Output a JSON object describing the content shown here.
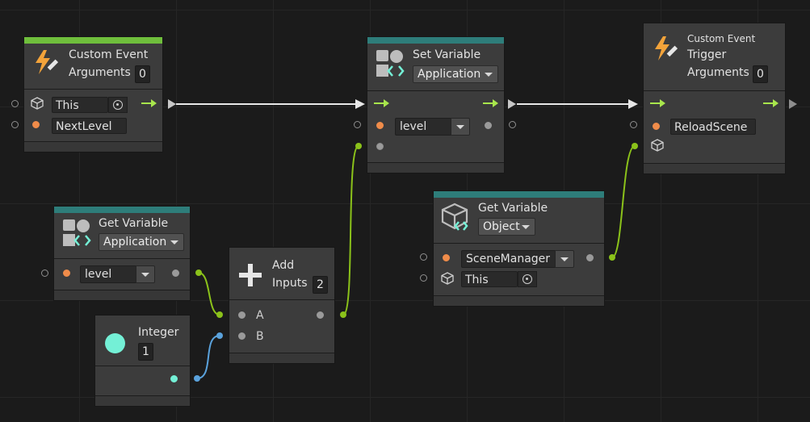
{
  "colors": {
    "event_bar": "#6fbf3c",
    "variable_bar": "#2e7d7a",
    "flow_arrow": "#a8e64c",
    "value_port_orange": "#f08c4a",
    "wire_green": "#8bc21a",
    "wire_blue": "#5aa2dc",
    "integer_teal": "#74f0d6"
  },
  "nodes": {
    "custom_event_1": {
      "title": "Custom Event",
      "arguments_label": "Arguments",
      "arguments_count": "0",
      "target_value": "This",
      "name_value": "NextLevel",
      "icon": "lightning-pencil-icon"
    },
    "set_variable": {
      "title": "Set Variable",
      "scope": "Application",
      "name_value": "level",
      "icon": "variable-icon"
    },
    "custom_event_2": {
      "subtitle": "Custom Event",
      "title": "Trigger",
      "arguments_label": "Arguments",
      "arguments_count": "0",
      "name_value": "ReloadScene",
      "icon": "lightning-pencil-icon"
    },
    "get_variable_app": {
      "title": "Get Variable",
      "scope": "Application",
      "name_value": "level",
      "icon": "variable-icon"
    },
    "add_inputs": {
      "title": "Add",
      "inputs_label": "Inputs",
      "inputs_count": "2",
      "port_a": "A",
      "port_b": "B",
      "icon": "plus-icon"
    },
    "integer_literal": {
      "title": "Integer",
      "value": "1",
      "icon": "circle-icon"
    },
    "get_variable_obj": {
      "title": "Get Variable",
      "scope": "Object",
      "name_value": "SceneManager",
      "target_value": "This",
      "icon": "cube-variable-icon"
    }
  }
}
